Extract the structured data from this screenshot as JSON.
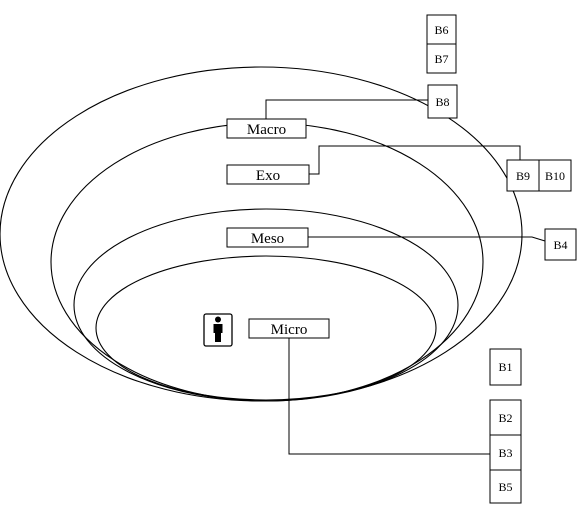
{
  "layers": {
    "macro": "Macro",
    "exo": "Exo",
    "meso": "Meso",
    "micro": "Micro"
  },
  "boxes": {
    "b1": "B1",
    "b2": "B2",
    "b3": "B3",
    "b4": "B4",
    "b5": "B5",
    "b6": "B6",
    "b7": "B7",
    "b8": "B8",
    "b9": "B9",
    "b10": "B10"
  },
  "icons": {
    "center": "person-icon"
  }
}
